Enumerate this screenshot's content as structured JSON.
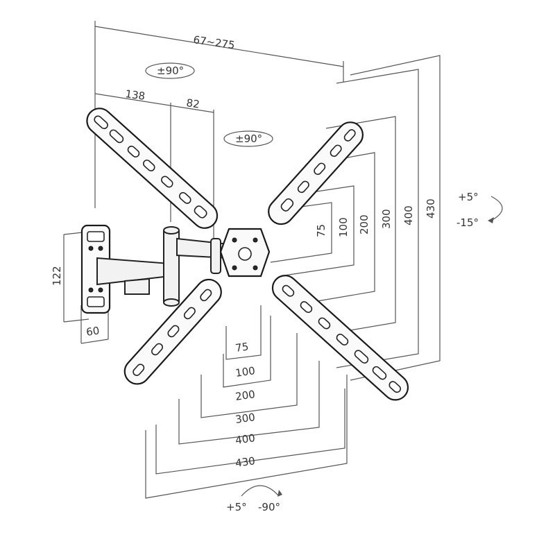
{
  "dimensions": {
    "arm_extension": "67~275",
    "wall_offset": "138",
    "arm_offset": "82",
    "wall_plate_height": "122",
    "wall_plate_width": "60",
    "vesa_vertical": [
      "75",
      "100",
      "200",
      "300",
      "400",
      "430"
    ],
    "vesa_horizontal": [
      "75",
      "100",
      "200",
      "300",
      "400",
      "430"
    ]
  },
  "rotations": {
    "swivel_top": "±90°",
    "swivel_middle": "±90°",
    "tilt_up": "+5°",
    "tilt_down": "-15°",
    "rotate_left": "+5°",
    "rotate_right": "-90°"
  },
  "colors": {
    "line": "#555555",
    "outline": "#1a1a1a",
    "background": "#ffffff"
  }
}
